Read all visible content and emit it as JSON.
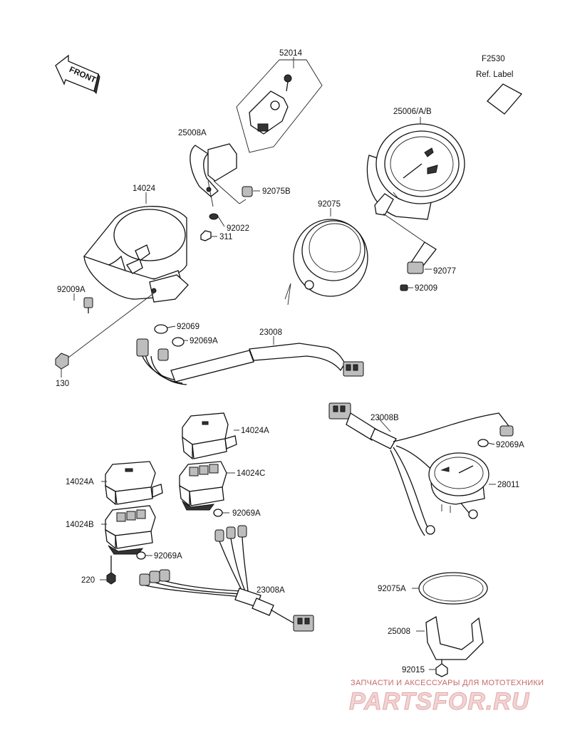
{
  "header": {
    "figure_code": "F2530",
    "ref_label": "Ref. Label",
    "front_arrow_text": "FRONT"
  },
  "parts": [
    {
      "id": "p-52014",
      "label": "52014"
    },
    {
      "id": "p-25008a",
      "label": "25008A"
    },
    {
      "id": "p-92075b",
      "label": "92075B"
    },
    {
      "id": "p-92022",
      "label": "92022"
    },
    {
      "id": "p-311",
      "label": "311"
    },
    {
      "id": "p-14024",
      "label": "14024"
    },
    {
      "id": "p-92009a",
      "label": "92009A"
    },
    {
      "id": "p-130",
      "label": "130"
    },
    {
      "id": "p-25006",
      "label": "25006/A/B"
    },
    {
      "id": "p-92075",
      "label": "92075"
    },
    {
      "id": "p-92077",
      "label": "92077"
    },
    {
      "id": "p-92009",
      "label": "92009"
    },
    {
      "id": "p-92069-top",
      "label": "92069"
    },
    {
      "id": "p-92069a-top",
      "label": "92069A"
    },
    {
      "id": "p-23008",
      "label": "23008"
    },
    {
      "id": "p-23008b",
      "label": "23008B"
    },
    {
      "id": "p-92069a-right",
      "label": "92069A"
    },
    {
      "id": "p-28011",
      "label": "28011"
    },
    {
      "id": "p-14024a-top",
      "label": "14024A"
    },
    {
      "id": "p-14024c",
      "label": "14024C"
    },
    {
      "id": "p-14024a-left",
      "label": "14024A"
    },
    {
      "id": "p-92069a-mid",
      "label": "92069A"
    },
    {
      "id": "p-14024b",
      "label": "14024B"
    },
    {
      "id": "p-92069a-low",
      "label": "92069A"
    },
    {
      "id": "p-220",
      "label": "220"
    },
    {
      "id": "p-23008a",
      "label": "23008A"
    },
    {
      "id": "p-92075a",
      "label": "92075A"
    },
    {
      "id": "p-25008",
      "label": "25008"
    },
    {
      "id": "p-92015",
      "label": "92015"
    }
  ],
  "watermark": {
    "tagline": "ЗАПЧАСТИ И АКСЕССУАРЫ ДЛЯ МОТОТЕХНИКИ",
    "brand": "PARTSFOR.RU"
  }
}
